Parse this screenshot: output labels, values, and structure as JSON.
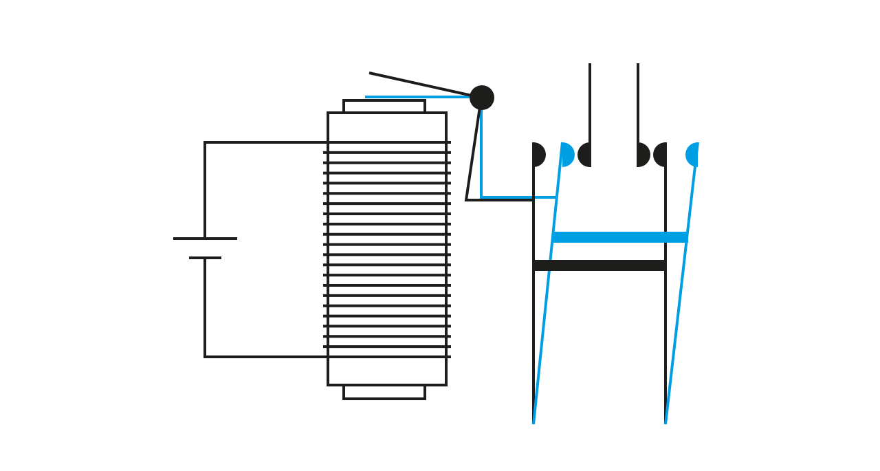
{
  "diagram": {
    "colors": {
      "background": "#ffffff",
      "primary": "#1d1d1b",
      "accent": "#009fe3"
    },
    "components": {
      "battery": "battery-symbol",
      "coil": "electromagnet-coil",
      "armature": "pivoting-armature",
      "contacts": "relay-contacts",
      "moving_bar": "contact-bridge"
    },
    "coil_turns": 22,
    "states": [
      "rest-position",
      "actuated-position"
    ]
  }
}
